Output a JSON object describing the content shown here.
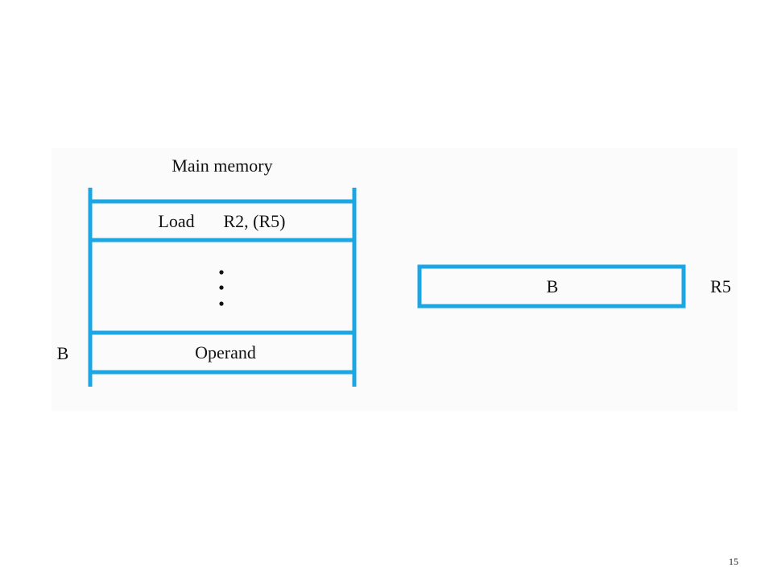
{
  "diagram": {
    "memory_title": "Main memory",
    "instruction_op": "Load",
    "instruction_args": "R2, (R5)",
    "operand_label": "Operand",
    "address_label": "B",
    "register_value": "B",
    "register_name": "R5"
  },
  "slide": {
    "number": "15"
  },
  "colors": {
    "line": "#1BA6E4",
    "text": "#111111"
  }
}
